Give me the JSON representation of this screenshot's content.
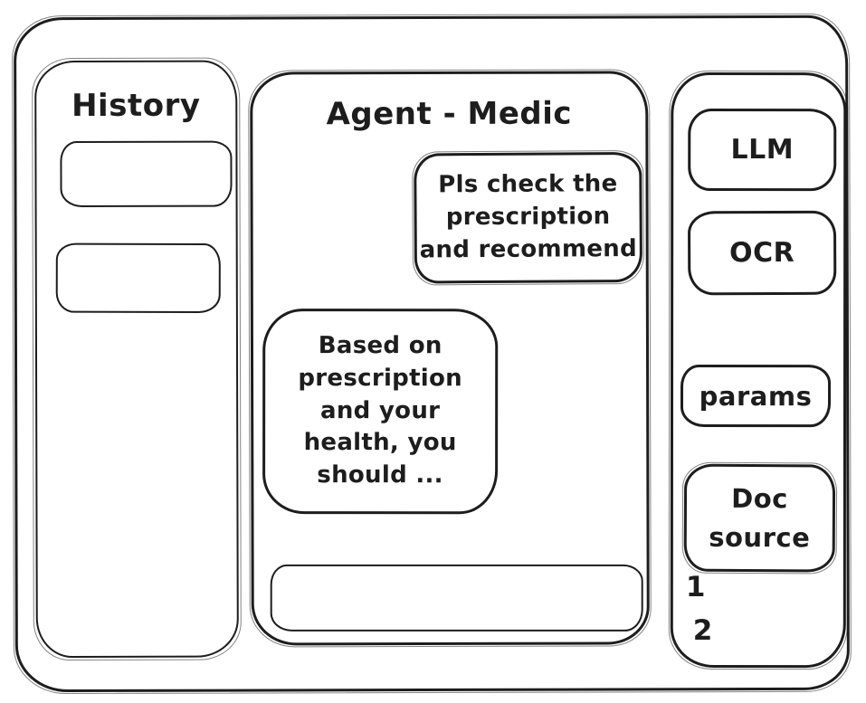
{
  "sidebar": {
    "title": "History",
    "empty_item_count": 2
  },
  "chat": {
    "title": "Agent - Medic",
    "messages": [
      {
        "role": "user",
        "text": "Pls check the\nprescription\nand recommend"
      },
      {
        "role": "assistant",
        "text": "Based on\nprescription\nand your\nhealth, you\nshould ..."
      }
    ],
    "input": {
      "value": "",
      "placeholder": ""
    }
  },
  "tools": {
    "llm_label": "LLM",
    "ocr_label": "OCR",
    "params_label": "params",
    "doc_source_label": "Doc source",
    "doc_numbers": [
      "1",
      "2"
    ]
  },
  "colors": {
    "stroke": "#1d1d1d",
    "background": "#ffffff"
  }
}
